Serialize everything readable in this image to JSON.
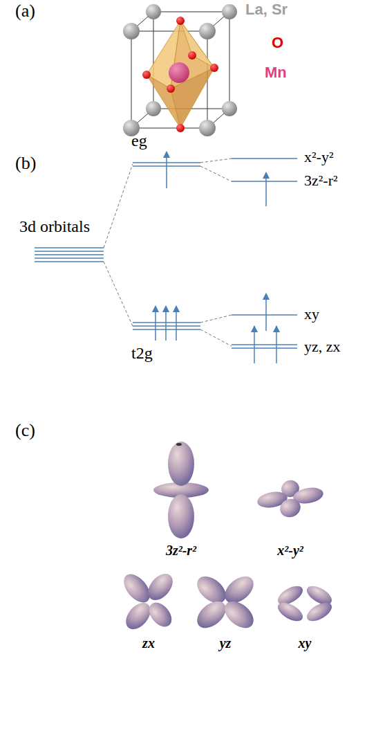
{
  "diagram": {
    "labels": [
      "(a)",
      "La, Sr",
      "O",
      "Mn",
      "(b)",
      "eg",
      "3d orbitals",
      "t2g",
      "x²-y²",
      "3z²-r²",
      "xy",
      "yz, zx",
      "(c)",
      "3z²-r²",
      "x²-y²",
      "zx",
      "yz",
      "xy"
    ]
  }
}
